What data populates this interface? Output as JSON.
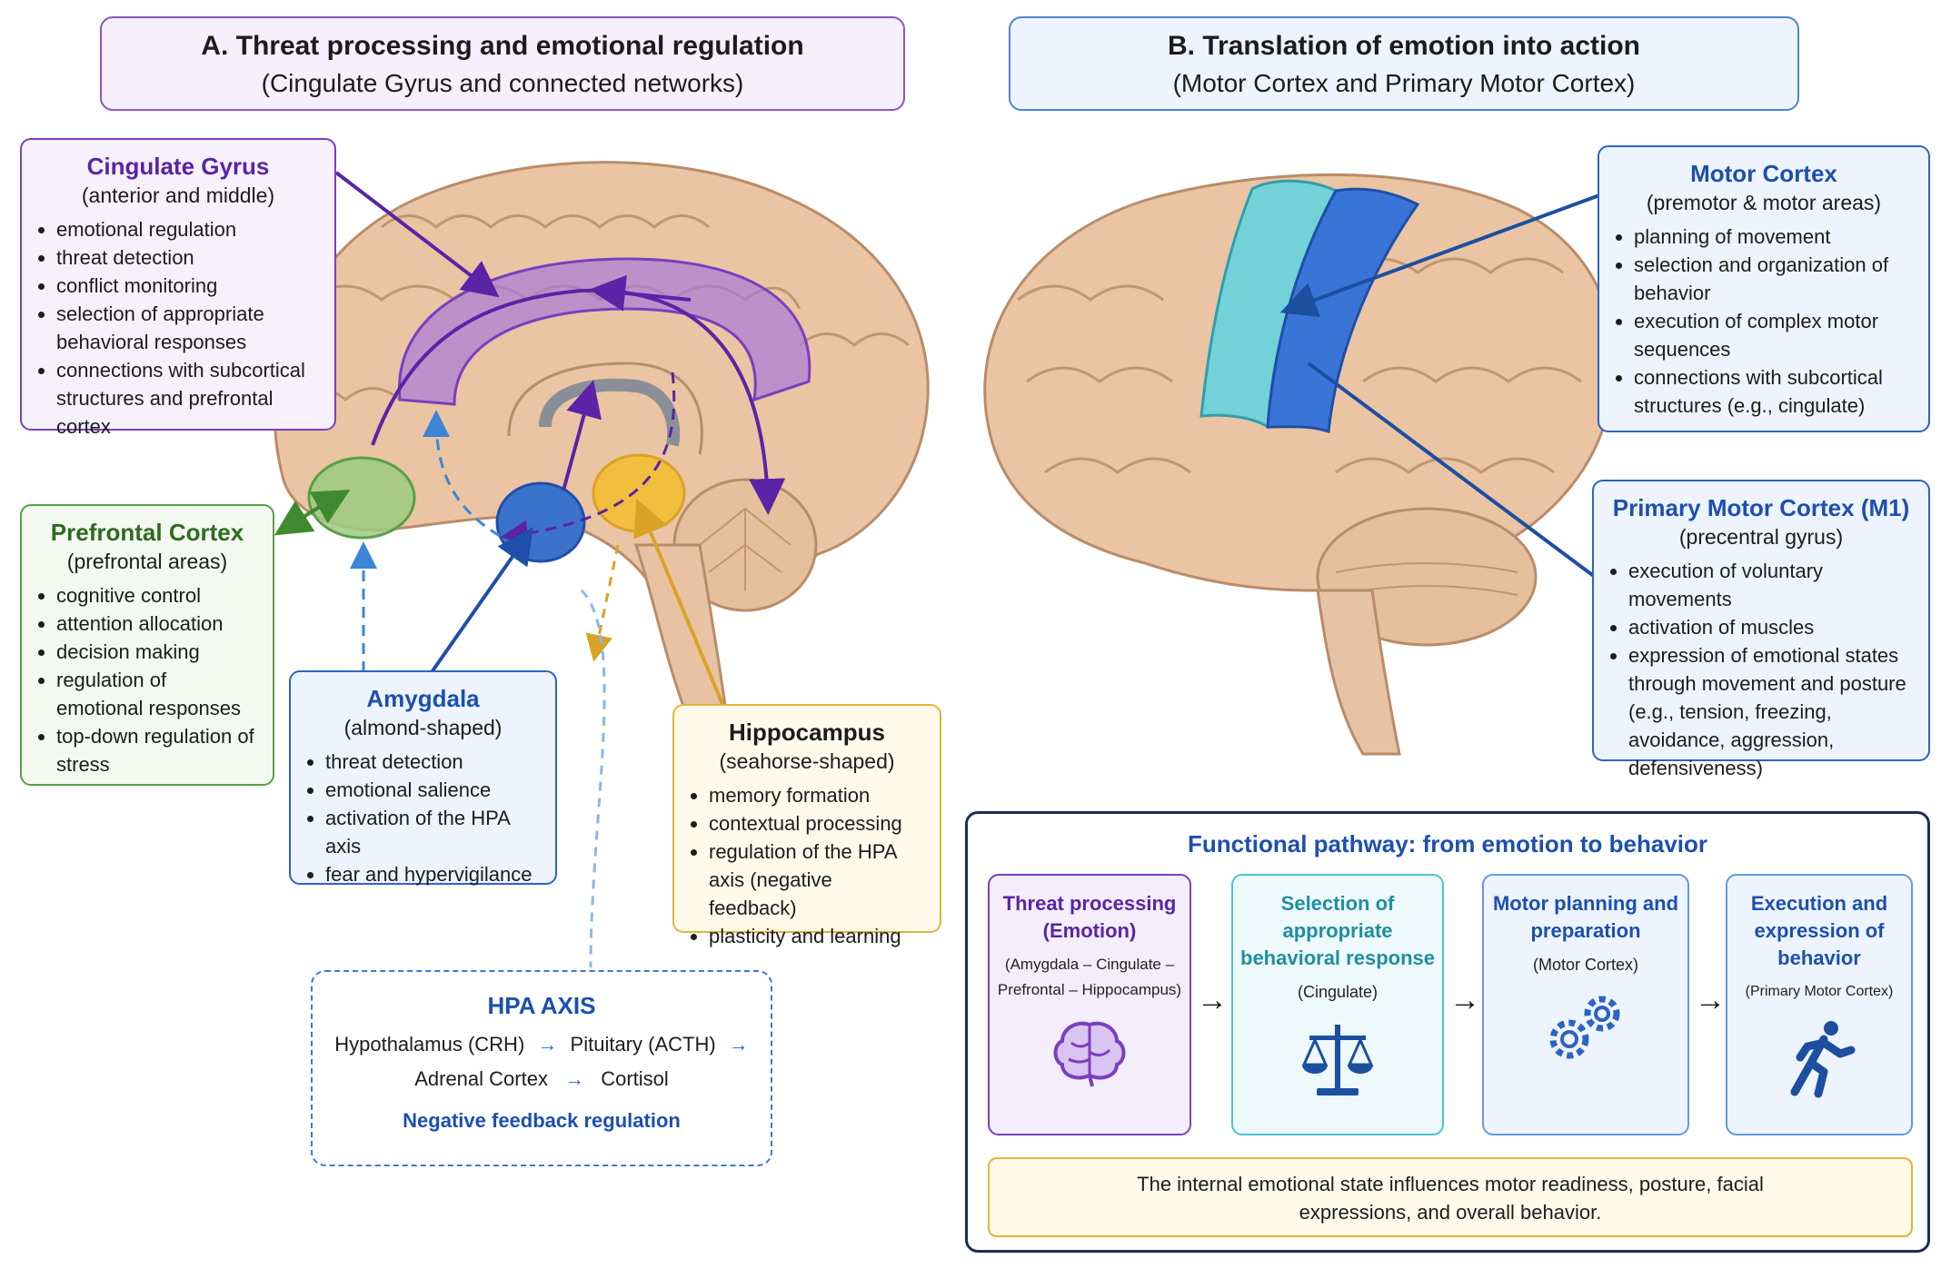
{
  "panel_a": {
    "title": "A. Threat processing and emotional regulation",
    "subtitle": "(Cingulate Gyrus and connected networks)"
  },
  "panel_b": {
    "title": "B. Translation of emotion into action",
    "subtitle": "(Motor Cortex and Primary Motor Cortex)"
  },
  "cingulate": {
    "title": "Cingulate Gyrus",
    "subtitle": "(anterior and middle)",
    "items": [
      "emotional regulation",
      "threat detection",
      "conflict monitoring",
      "selection of appropriate behavioral responses",
      "connections with subcortical structures and prefrontal cortex"
    ]
  },
  "prefrontal": {
    "title": "Prefrontal Cortex",
    "subtitle": "(prefrontal areas)",
    "items": [
      "cognitive control",
      "attention allocation",
      "decision making",
      "regulation of emotional responses",
      "top-down regulation of stress"
    ]
  },
  "amygdala": {
    "title": "Amygdala",
    "subtitle": "(almond-shaped)",
    "items": [
      "threat detection",
      "emotional salience",
      "activation of the HPA axis",
      "fear and hypervigilance"
    ]
  },
  "hippocampus": {
    "title": "Hippocampus",
    "subtitle": "(seahorse-shaped)",
    "items": [
      "memory formation",
      "contextual processing",
      "regulation of the HPA axis (negative feedback)",
      "plasticity and learning"
    ]
  },
  "hpa": {
    "title": "HPA AXIS",
    "step1": "Hypothalamus (CRH)",
    "step2": "Pituitary (ACTH)",
    "step3": "Adrenal Cortex",
    "step4": "Cortisol",
    "arrow": "→",
    "footer": "Negative feedback regulation"
  },
  "motor": {
    "title": "Motor Cortex",
    "subtitle": "(premotor & motor areas)",
    "items": [
      "planning of movement",
      "selection and organization of behavior",
      "execution of complex motor sequences",
      "connections with subcortical structures (e.g., cingulate)"
    ]
  },
  "m1": {
    "title": "Primary Motor Cortex (M1)",
    "subtitle": "(precentral gyrus)",
    "items": [
      "execution of voluntary movements",
      "activation of muscles",
      "expression of emotional states through movement and posture (e.g., tension, freezing, avoidance, aggression, defensiveness)"
    ]
  },
  "pathway": {
    "title": "Functional pathway: from emotion to behavior",
    "arrow": "→",
    "cards": [
      {
        "title": "Threat processing (Emotion)",
        "sub": "(Amygdala – Cingulate – Prefrontal – Hippocampus)",
        "icon": "brain-icon"
      },
      {
        "title": "Selection of appropriate behavioral response",
        "sub": "(Cingulate)",
        "icon": "scale-icon"
      },
      {
        "title": "Motor planning and preparation",
        "sub": "(Motor Cortex)",
        "icon": "gears-icon"
      },
      {
        "title": "Execution and expression of behavior",
        "sub": "(Primary Motor Cortex)",
        "icon": "running-person-icon"
      }
    ],
    "summary": "The internal emotional state influences motor readiness, posture, facial expressions, and overall behavior."
  },
  "colors": {
    "purple": "#7a3fc0",
    "green": "#57a046",
    "blue": "#2d63c4",
    "yellow": "#e2b53a",
    "teal": "#4ec3cf",
    "navy": "#1c2d5a",
    "brain": "#e8c2a0"
  }
}
